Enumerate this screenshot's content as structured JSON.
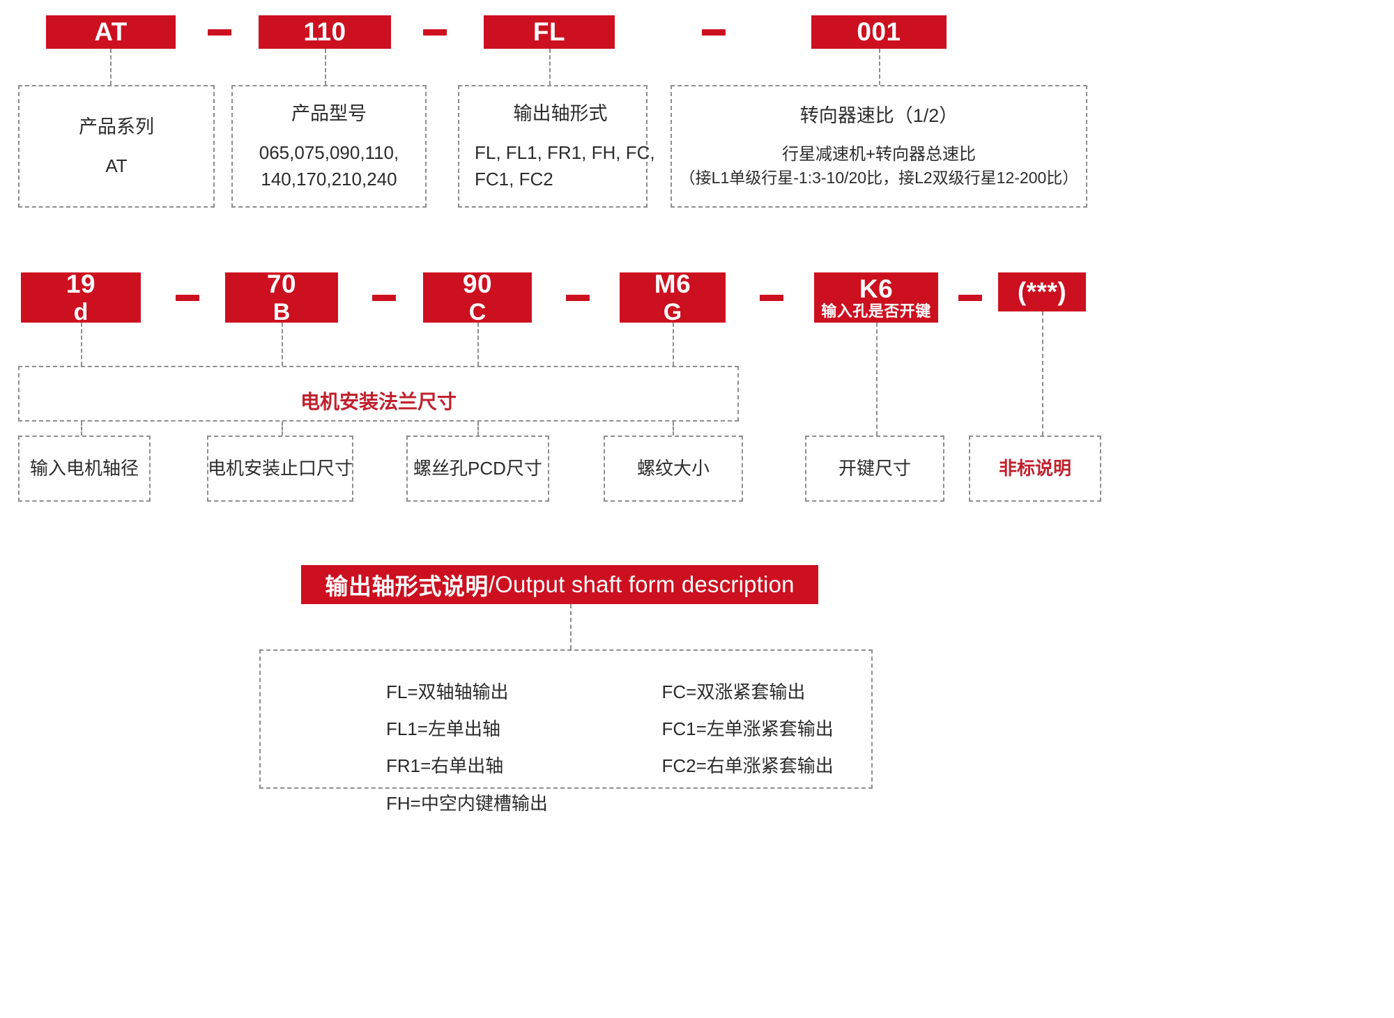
{
  "theme": {
    "red": "#CC1020",
    "dark_red_text": "#C0202C",
    "dash_gray": "#8d8d8d",
    "text": "#2b2b2b"
  },
  "row1": {
    "chips": [
      {
        "main": "AT"
      },
      {
        "main": "110"
      },
      {
        "main": "FL"
      },
      {
        "main": "001"
      }
    ],
    "separators": [
      "-",
      "-",
      "-"
    ],
    "boxes": [
      {
        "title": "产品系列",
        "lines": [
          "AT"
        ]
      },
      {
        "title": "产品型号",
        "lines": [
          "065,075,090,110,",
          "140,170,210,240"
        ]
      },
      {
        "title": "输出轴形式",
        "lines": [
          "FL, FL1, FR1, FH, FC,",
          "FC1, FC2"
        ]
      },
      {
        "title": "转向器速比（1/2）",
        "lines": [
          "行星减速机+转向器总速比",
          "（接L1单级行星-1:3-10/20比，接L2双级行星12-200比）"
        ]
      }
    ]
  },
  "row2": {
    "chips": [
      {
        "main": "19",
        "sub": "d"
      },
      {
        "main": "70",
        "sub": "B"
      },
      {
        "main": "90",
        "sub": "C"
      },
      {
        "main": "M6",
        "sub": "G"
      },
      {
        "main": "K6",
        "note": "输入孔是否开键"
      },
      {
        "main": "(***)"
      }
    ],
    "separators": [
      "-",
      "-",
      "-",
      "-",
      "-"
    ],
    "flange_label": "电机安装法兰尺寸",
    "boxes": [
      {
        "title": "输入电机轴径",
        "red": false
      },
      {
        "title": "电机安装止口尺寸",
        "red": false
      },
      {
        "title": "螺丝孔PCD尺寸",
        "red": false
      },
      {
        "title": "螺纹大小",
        "red": false
      },
      {
        "title": "开键尺寸",
        "red": false
      },
      {
        "title": "非标说明",
        "red": true
      }
    ]
  },
  "bottom": {
    "banner": {
      "cn": "输出轴形式说明",
      "en": "/Output shaft form description"
    },
    "legend": {
      "left": [
        "FL=双轴轴输出",
        "FL1=左单出轴",
        "FR1=右单出轴",
        "FH=中空内键槽输出"
      ],
      "right": [
        "FC=双涨紧套输出",
        "FC1=左单涨紧套输出",
        "FC2=右单涨紧套输出"
      ]
    }
  }
}
